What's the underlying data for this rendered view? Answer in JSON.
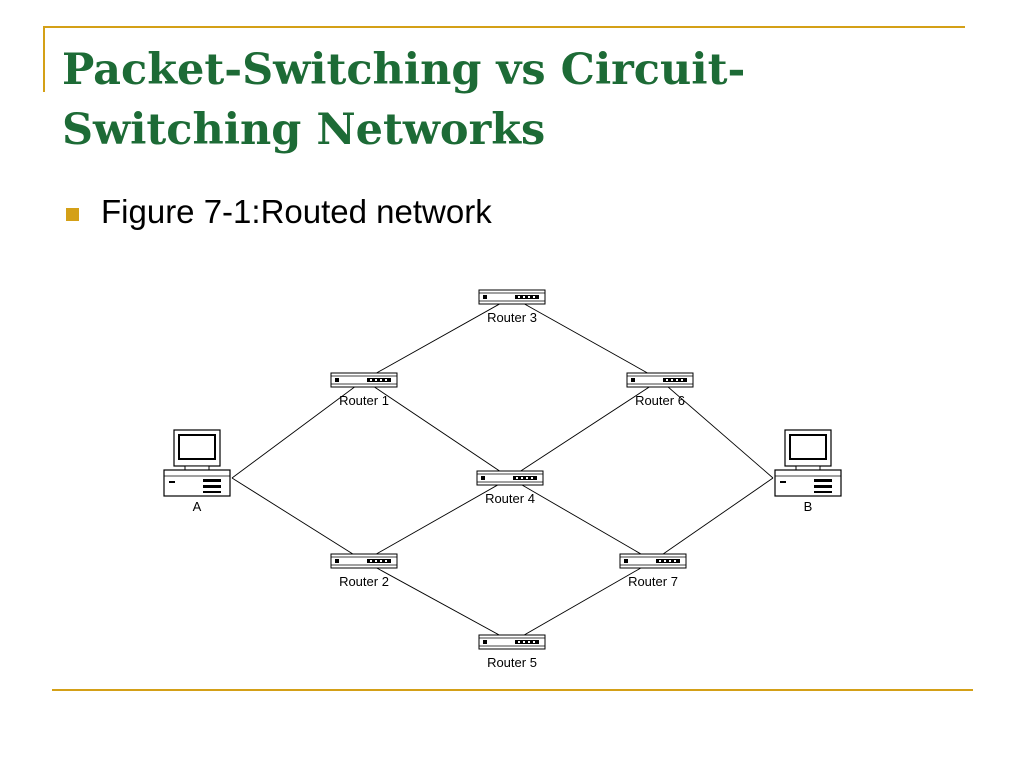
{
  "slide": {
    "title": "Packet-Switching vs Circuit-Switching Networks",
    "bullet": "Figure 7-1:Routed network"
  },
  "colors": {
    "title": "#1d6b36",
    "accent": "#d4a017",
    "line": "#000000"
  },
  "diagram": {
    "hosts": [
      {
        "id": "A",
        "label": "A",
        "icon": "computer-icon"
      },
      {
        "id": "B",
        "label": "B",
        "icon": "computer-icon"
      }
    ],
    "routers": [
      {
        "id": "r1",
        "label": "Router 1",
        "icon": "router-icon"
      },
      {
        "id": "r2",
        "label": "Router 2",
        "icon": "router-icon"
      },
      {
        "id": "r3",
        "label": "Router 3",
        "icon": "router-icon"
      },
      {
        "id": "r4",
        "label": "Router 4",
        "icon": "router-icon"
      },
      {
        "id": "r5",
        "label": "Router 5",
        "icon": "router-icon"
      },
      {
        "id": "r6",
        "label": "Router 6",
        "icon": "router-icon"
      },
      {
        "id": "r7",
        "label": "Router 7",
        "icon": "router-icon"
      }
    ],
    "links": [
      [
        "A",
        "r1"
      ],
      [
        "A",
        "r2"
      ],
      [
        "r1",
        "r3"
      ],
      [
        "r1",
        "r4"
      ],
      [
        "r2",
        "r4"
      ],
      [
        "r2",
        "r5"
      ],
      [
        "r3",
        "r6"
      ],
      [
        "r4",
        "r6"
      ],
      [
        "r4",
        "r7"
      ],
      [
        "r5",
        "r7"
      ],
      [
        "r6",
        "B"
      ],
      [
        "r7",
        "B"
      ]
    ]
  }
}
